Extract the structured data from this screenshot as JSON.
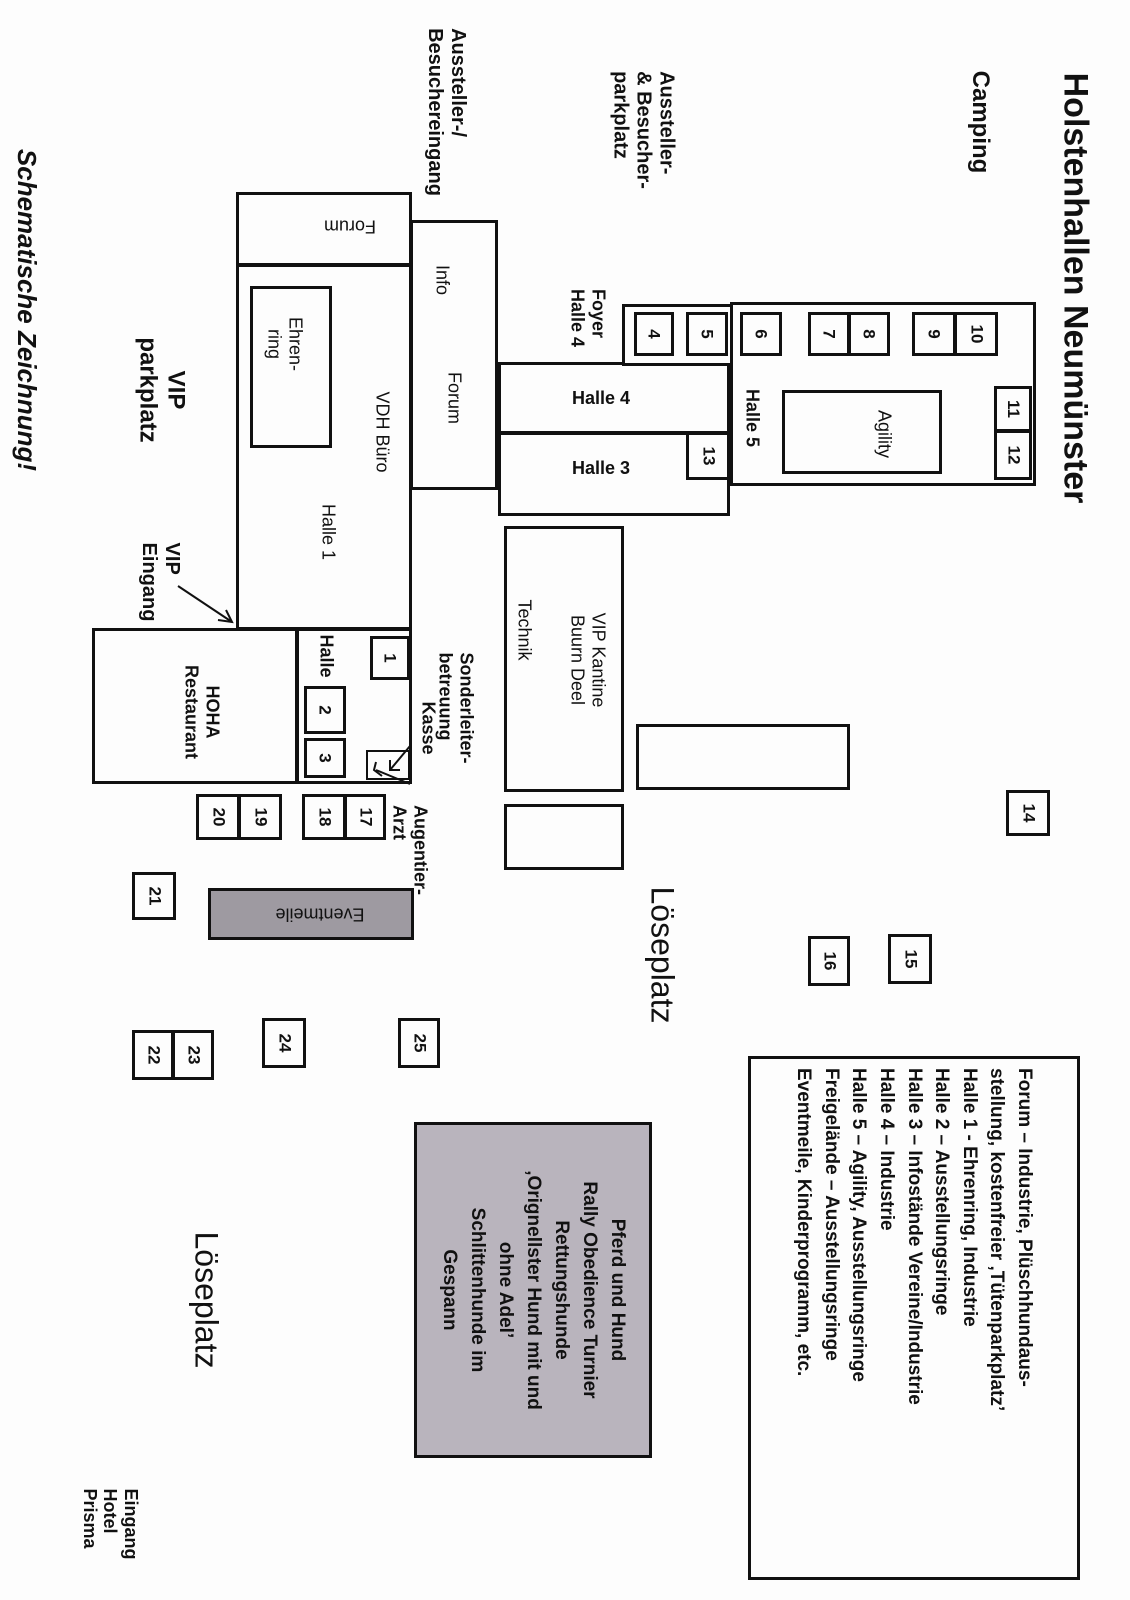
{
  "map": {
    "title": "Holstenhallen Neumünster",
    "subtitle": "Schematische Zeichnung!",
    "areas": {
      "camping": "Camping",
      "parking": [
        "Aussteller-",
        "& Besucher-",
        "parkplatz"
      ],
      "entrance": [
        "Aussteller-/",
        "Besuchereingang"
      ],
      "vip_parking": [
        "VIP",
        "parkplatz"
      ],
      "vip_entrance": [
        "VIP",
        "Eingang"
      ],
      "loeseplatz_1": "Löseplatz",
      "loeseplatz_2": "Löseplatz",
      "hotel_entrance": [
        "Eingang",
        "Hotel",
        "Prisma"
      ]
    },
    "buildings": {
      "forum_top": "Forum",
      "info": "Info",
      "forum": "Forum",
      "vdh_buero": "VDH Büro",
      "ehrenring": [
        "Ehren-",
        "ring"
      ],
      "halle_1": "Halle 1",
      "halle_2": "Halle",
      "halle_3": "Halle 3",
      "halle_4": "Halle 4",
      "halle_5": "Halle 5",
      "foyer": [
        "Foyer",
        "Halle 4"
      ],
      "agility": "Agility",
      "vip_kantine": [
        "VIP Kantine",
        "Buurn Deel"
      ],
      "technik": "Technik",
      "hoha": [
        "HOHA",
        "Restaurant"
      ],
      "eventmeile": "Eventmeile",
      "sonderleiter": [
        "Sonderleiter-",
        "betreuung"
      ],
      "kasse": "Kasse",
      "augentierarzt": [
        "Augentier-",
        "Arzt"
      ]
    },
    "stands": [
      "1",
      "2",
      "3",
      "4",
      "5",
      "6",
      "7",
      "8",
      "9",
      "10",
      "11",
      "12",
      "13",
      "14",
      "15",
      "16",
      "17",
      "18",
      "19",
      "20",
      "21",
      "22",
      "23",
      "24",
      "25"
    ],
    "legend": [
      "Forum – Industrie, Plüschhundaus-",
      "stellung, kostenfreier ‚Tütenparkplatz’",
      "Halle 1 -  Ehrenring, Industrie",
      "Halle 2 – Ausstellungsringe",
      "Halle 3 – Infostände Vereine/Industrie",
      "Halle 4 – Industrie",
      "Halle 5 – Agility, Ausstellungsringe",
      "Freigelände – Ausstellungsringe",
      "Eventmeile, Kinderprogramm, etc."
    ],
    "events": [
      "Pferd und Hund",
      "Rally Obedience Turnier",
      "Rettungshunde",
      "‚Orignellster Hund mit und",
      "ohne Adel’",
      "Schlittenhunde im",
      "Gespann"
    ],
    "colors": {
      "eventmeile_fill": "#9e9aa1",
      "event_box_fill": "#b9b4bd",
      "line": "#111111"
    }
  }
}
